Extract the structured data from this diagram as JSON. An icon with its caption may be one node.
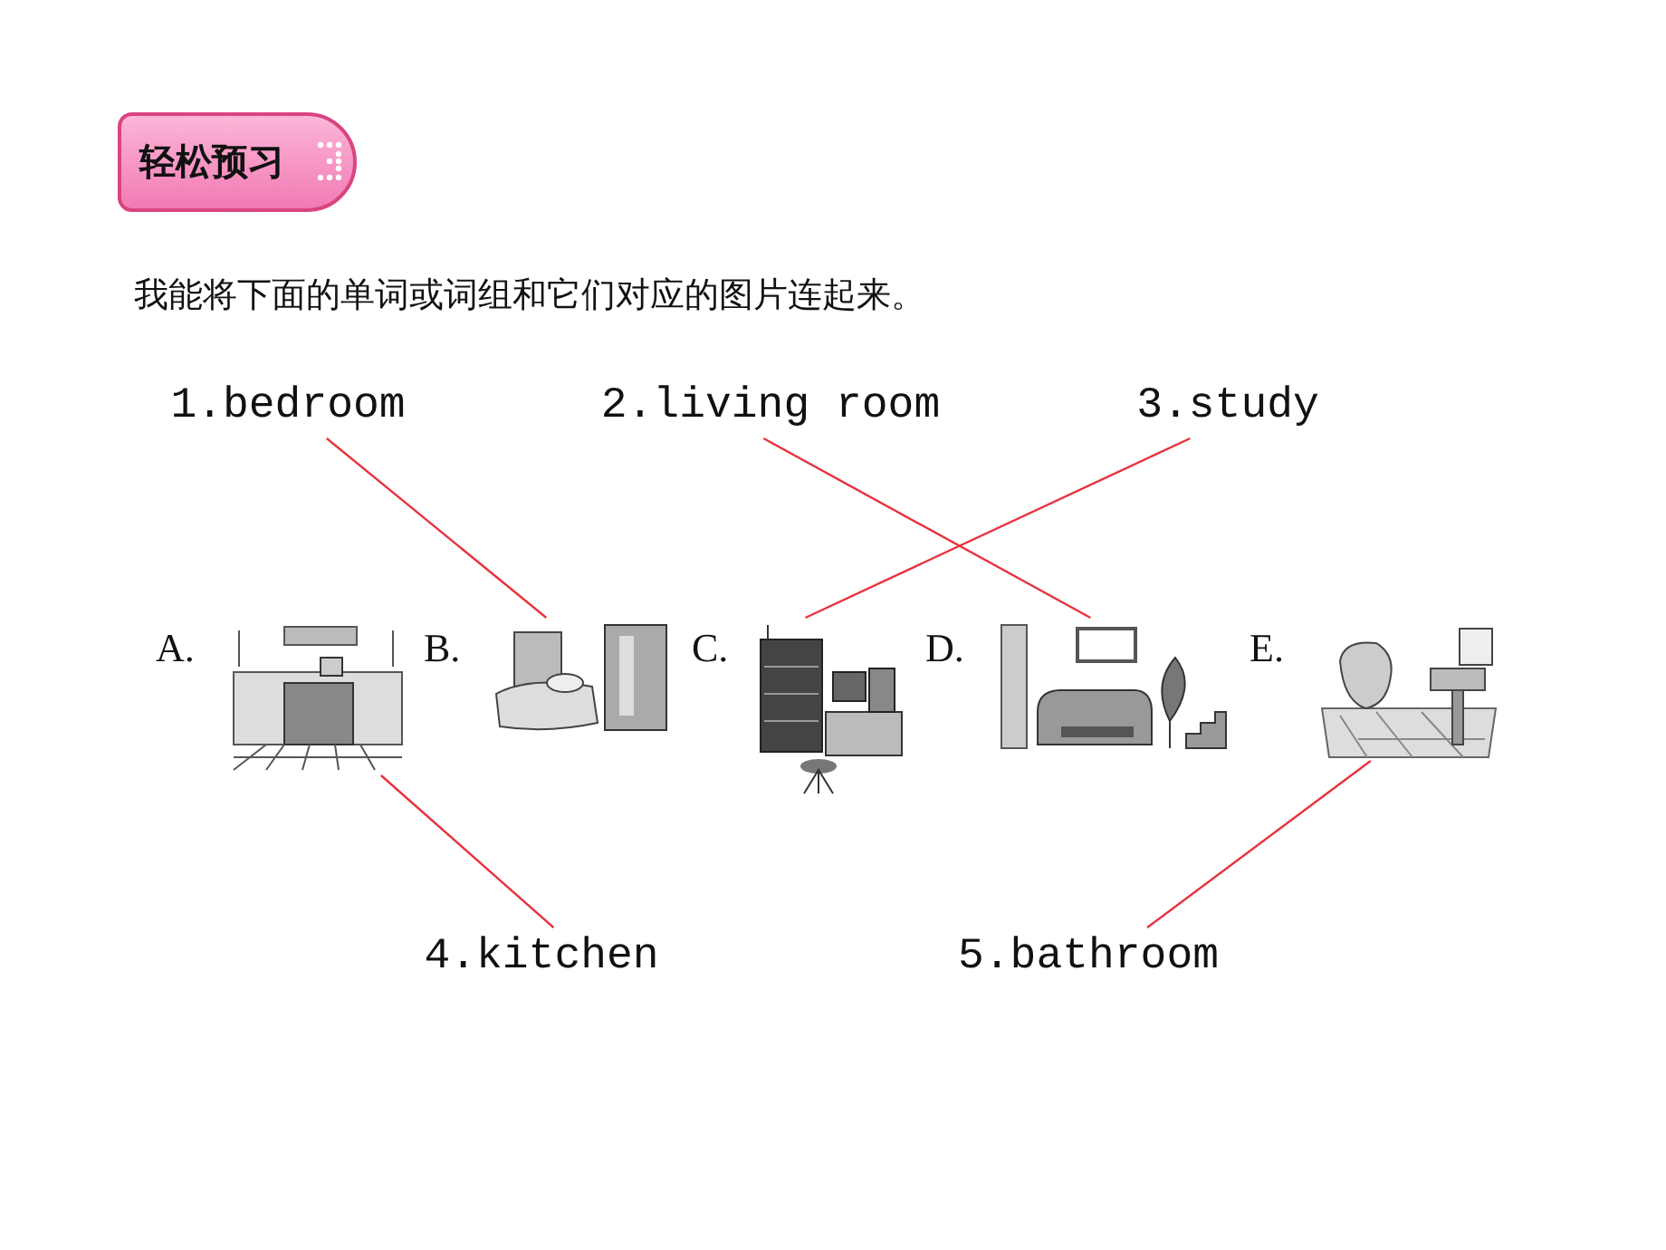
{
  "diagram": {
    "nodes": [
      {
        "text": [
          "轻松预习"
        ]
      },
      {
        "text": [
          "1.bedroom"
        ]
      },
      {
        "text": [
          "2.living room"
        ]
      },
      {
        "text": [
          "3.study"
        ]
      },
      {
        "text": [],
        "shape": "picture",
        "beside": [
          "A."
        ]
      },
      {
        "text": [],
        "shape": "picture",
        "beside": [
          "B."
        ]
      },
      {
        "text": [],
        "shape": "picture",
        "beside": [
          "C."
        ]
      },
      {
        "text": [],
        "shape": "picture",
        "beside": [
          "D."
        ]
      },
      {
        "text": [],
        "shape": "picture",
        "beside": [
          "E."
        ]
      },
      {
        "text": [
          "4.kitchen"
        ]
      },
      {
        "text": [
          "5.bathroom"
        ]
      }
    ],
    "edges": [
      {
        "from": 1,
        "to": 5,
        "arrow": "none"
      },
      {
        "from": 2,
        "to": 7,
        "arrow": "none"
      },
      {
        "from": 3,
        "to": 6,
        "arrow": "none"
      },
      {
        "from": 9,
        "to": 4,
        "arrow": "none"
      },
      {
        "from": 10,
        "to": 8,
        "arrow": "none"
      }
    ],
    "labels": [
      "我能将下面的单词或词组和它们对应的图片连起来。"
    ]
  }
}
